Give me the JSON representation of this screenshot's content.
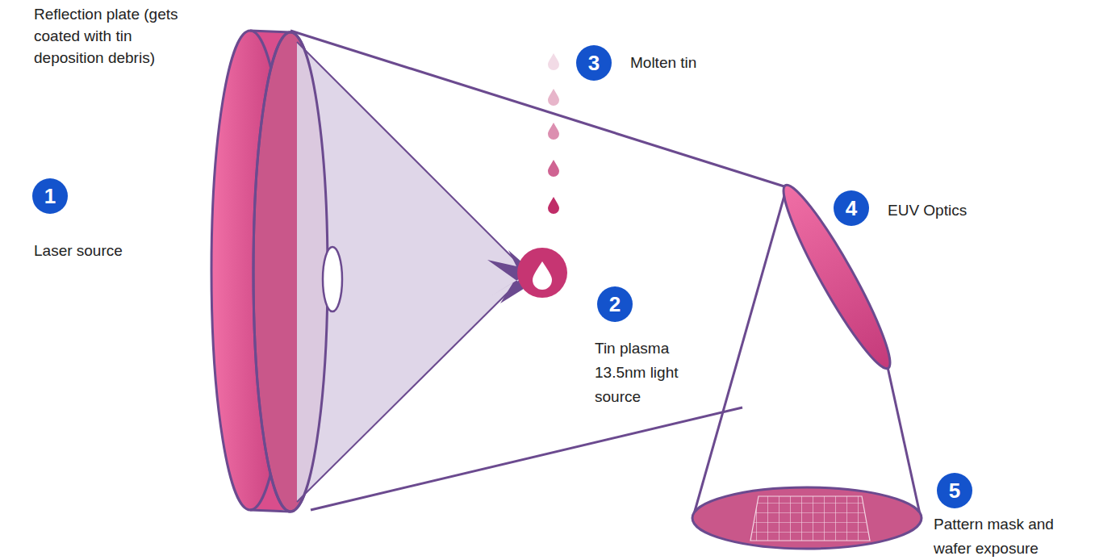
{
  "diagram": {
    "nodes": [
      {
        "text": [
          "1",
          "Laser source"
        ]
      },
      {
        "text": [
          "2",
          "Tin plasma 13.5nm light source"
        ]
      },
      {
        "text": [
          "3",
          "Molten tin"
        ]
      },
      {
        "text": [
          "4",
          "EUV Optics"
        ]
      },
      {
        "text": [
          "5",
          "Pattern mask and wafer exposure"
        ]
      }
    ],
    "labels": [
      "Reflection plate (gets coated with tin deposition debris)"
    ]
  }
}
